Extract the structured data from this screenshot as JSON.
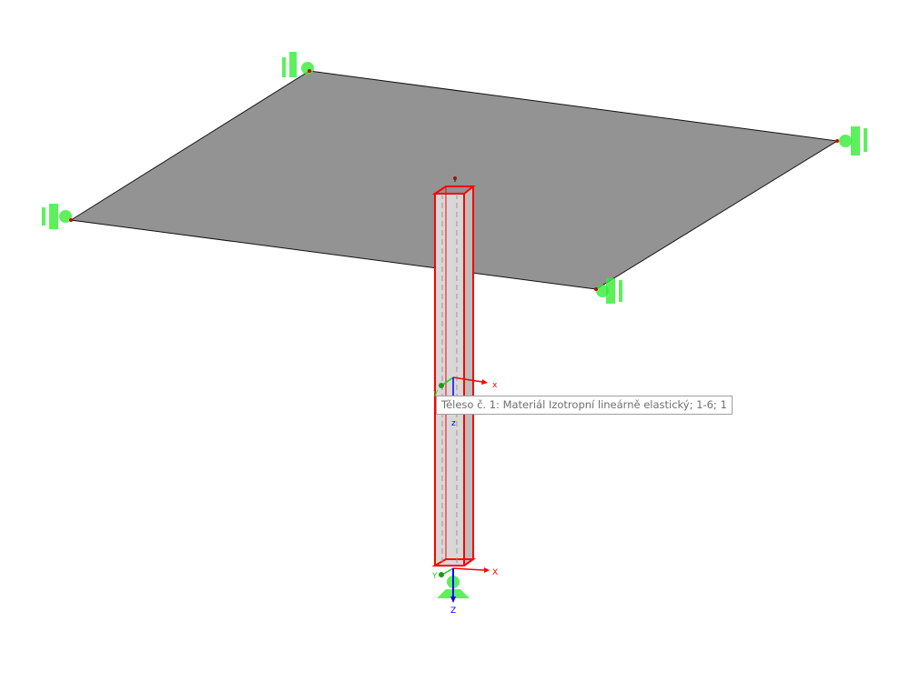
{
  "tooltip": {
    "text": "Těleso č. 1: Materiál Izotropní lineárně elastický; 1-6; 1"
  },
  "axes": {
    "local": {
      "x": "x",
      "y": "y",
      "z": "z"
    },
    "global": {
      "x": "X",
      "y": "Y",
      "z": "Z"
    }
  },
  "colors": {
    "plate": "#939393",
    "column_fill": "#d4d4d4",
    "column_edge": "#ff0000",
    "support": "#33dd33",
    "axis_x": "#ff0000",
    "axis_y": "#22cc22",
    "axis_z": "#0000ff"
  },
  "icons": {
    "supports": "nodal-support-icon"
  }
}
